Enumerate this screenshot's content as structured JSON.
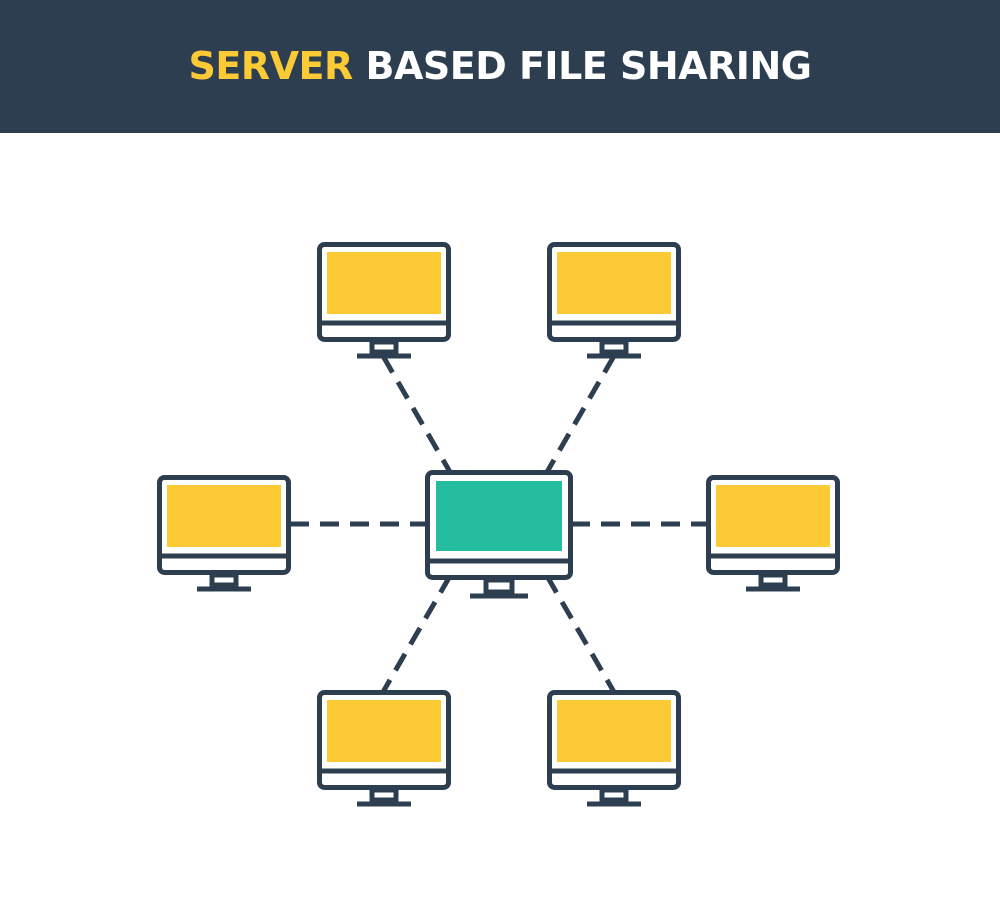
{
  "header": {
    "title_highlight": "SERVER",
    "title_rest": " BASED FILE SHARING"
  },
  "colors": {
    "header_bg": "#2d3e50",
    "accent": "#fcca35",
    "outline": "#2d3e50",
    "client_screen": "#fcca35",
    "server_screen": "#24bd9f"
  },
  "diagram": {
    "server": {
      "icon": "monitor-icon"
    },
    "clients": [
      {
        "id": "top-left",
        "icon": "monitor-icon"
      },
      {
        "id": "top-right",
        "icon": "monitor-icon"
      },
      {
        "id": "middle-left",
        "icon": "monitor-icon"
      },
      {
        "id": "middle-right",
        "icon": "monitor-icon"
      },
      {
        "id": "bottom-left",
        "icon": "monitor-icon"
      },
      {
        "id": "bottom-right",
        "icon": "monitor-icon"
      }
    ],
    "connection_style": "dashed"
  }
}
